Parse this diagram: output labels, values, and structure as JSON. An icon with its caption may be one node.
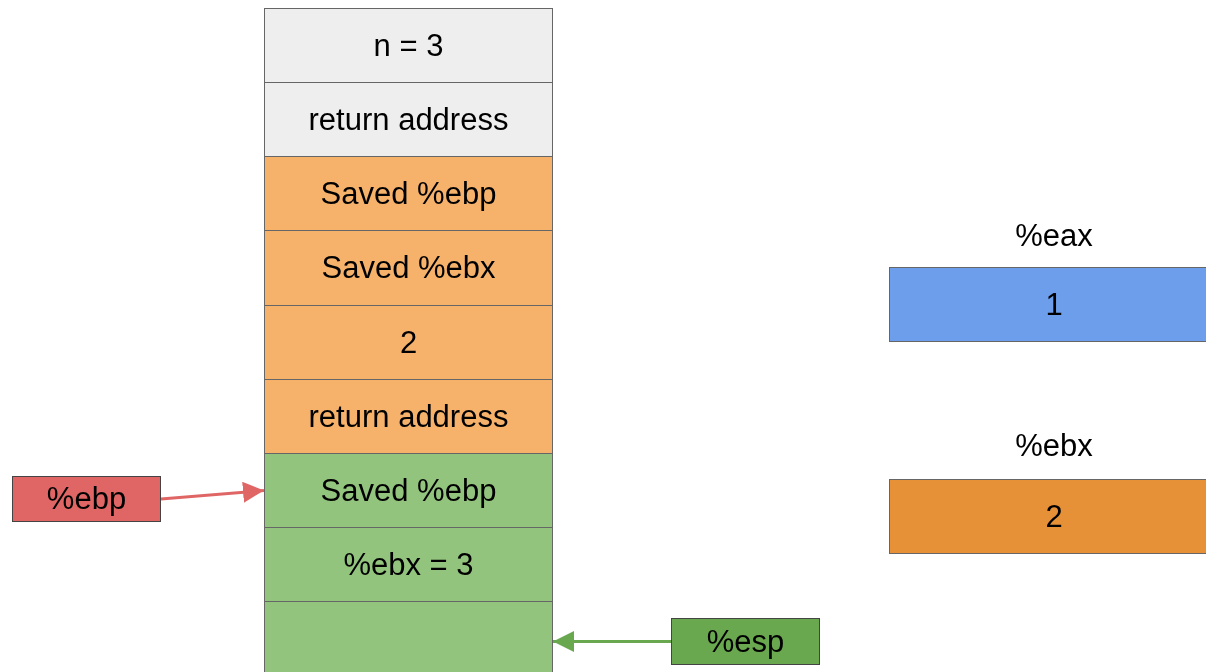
{
  "diagram": {
    "nodes": [
      {
        "text": [
          "n = 3"
        ]
      },
      {
        "text": [
          "return address"
        ]
      },
      {
        "text": [
          "Saved %ebp"
        ]
      },
      {
        "text": [
          "Saved %ebx"
        ]
      },
      {
        "text": [
          "2"
        ]
      },
      {
        "text": [
          "return address"
        ]
      },
      {
        "text": [
          "Saved %ebp"
        ]
      },
      {
        "text": [
          "%ebx = 3"
        ]
      },
      {
        "text": [],
        "shape": "box"
      },
      {
        "text": [
          "%eax",
          "1"
        ]
      },
      {
        "text": [
          "%ebx",
          "2"
        ]
      },
      {
        "text": [
          "%ebp"
        ]
      },
      {
        "text": [
          "%esp"
        ]
      }
    ],
    "edges": [
      {
        "from": 11,
        "to": 6,
        "arrow": "to",
        "color": "#e06666"
      },
      {
        "from": 12,
        "to": 8,
        "arrow": "to",
        "color": "#6aa84f"
      }
    ]
  }
}
